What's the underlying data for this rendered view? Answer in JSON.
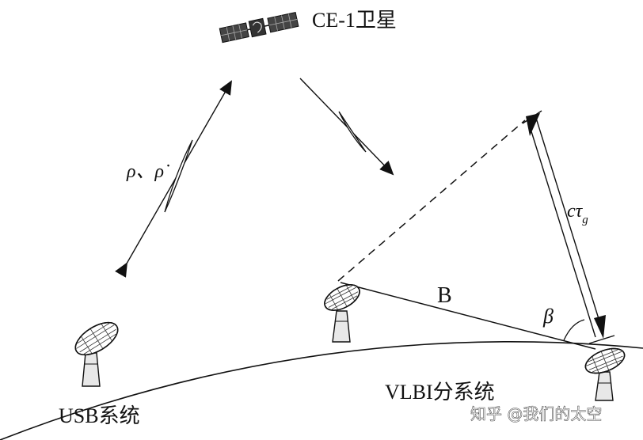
{
  "labels": {
    "satellite": "CE-1卫星",
    "range_rate": "ρ、ρ̇",
    "ctau": "cτ",
    "ctau_sub": "g",
    "baseline": "B",
    "beta": "β",
    "usb": "USB系统",
    "vlbi": "VLBI分系统"
  },
  "watermark": "知乎 @我们的太空",
  "colors": {
    "ink": "#111111",
    "watermark": "#ffffff"
  }
}
